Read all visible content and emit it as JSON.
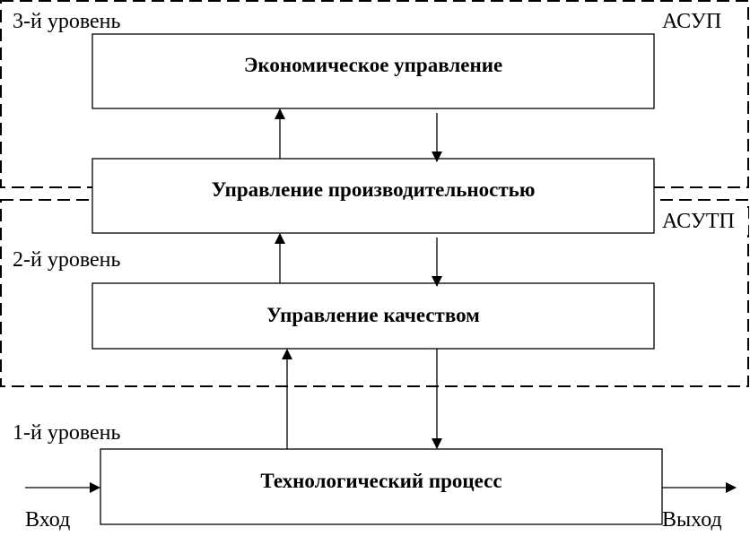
{
  "levels": {
    "level3": "3-й уровень",
    "level2": "2-й уровень",
    "level1": "1-й уровень"
  },
  "systems": {
    "asup": "АСУП",
    "asutp": "АСУТП"
  },
  "blocks": {
    "economic": "Экономическое управление",
    "productivity": "Управление производительностью",
    "quality": "Управление качеством",
    "process": "Технологический процесс"
  },
  "io": {
    "input": "Вход",
    "output": "Выход"
  }
}
